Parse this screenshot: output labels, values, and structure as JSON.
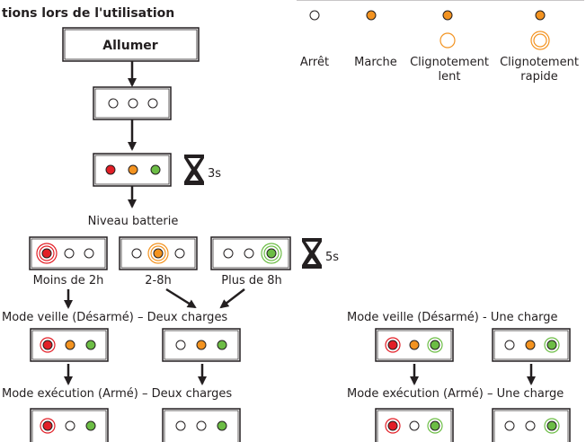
{
  "title": "tions lors de l'utilisation",
  "colors": {
    "red": "#e21e26",
    "orange": "#f39320",
    "green": "#6cbd45",
    "outline": "#231f20"
  },
  "legend": {
    "items": [
      {
        "label_lines": [
          "Arrêt"
        ],
        "state": "off"
      },
      {
        "label_lines": [
          "Marche"
        ],
        "state": "on"
      },
      {
        "label_lines": [
          "Clignotement",
          "lent"
        ],
        "state": "slow-blink"
      },
      {
        "label_lines": [
          "Clignotement",
          "rapide"
        ],
        "state": "fast-blink"
      }
    ]
  },
  "flow": {
    "power_on_label": "Allumer",
    "wait_3s": "3s",
    "wait_5s": "5s",
    "battery_level_label": "Niveau batterie",
    "battery_options": [
      "Moins de 2h",
      "2-8h",
      "Plus de 8h"
    ],
    "two_charges": {
      "standby_label": "Mode veille (Désarmé) – Deux charges",
      "run_label": "Mode exécution (Armé) – Deux charges"
    },
    "one_charge": {
      "standby_label": "Mode veille (Désarmé) - Une charge",
      "run_label": "Mode exécution (Armé) – Une charge"
    }
  },
  "icons": {
    "hourglass": "hourglass-icon",
    "arrow": "arrow-down-icon"
  }
}
